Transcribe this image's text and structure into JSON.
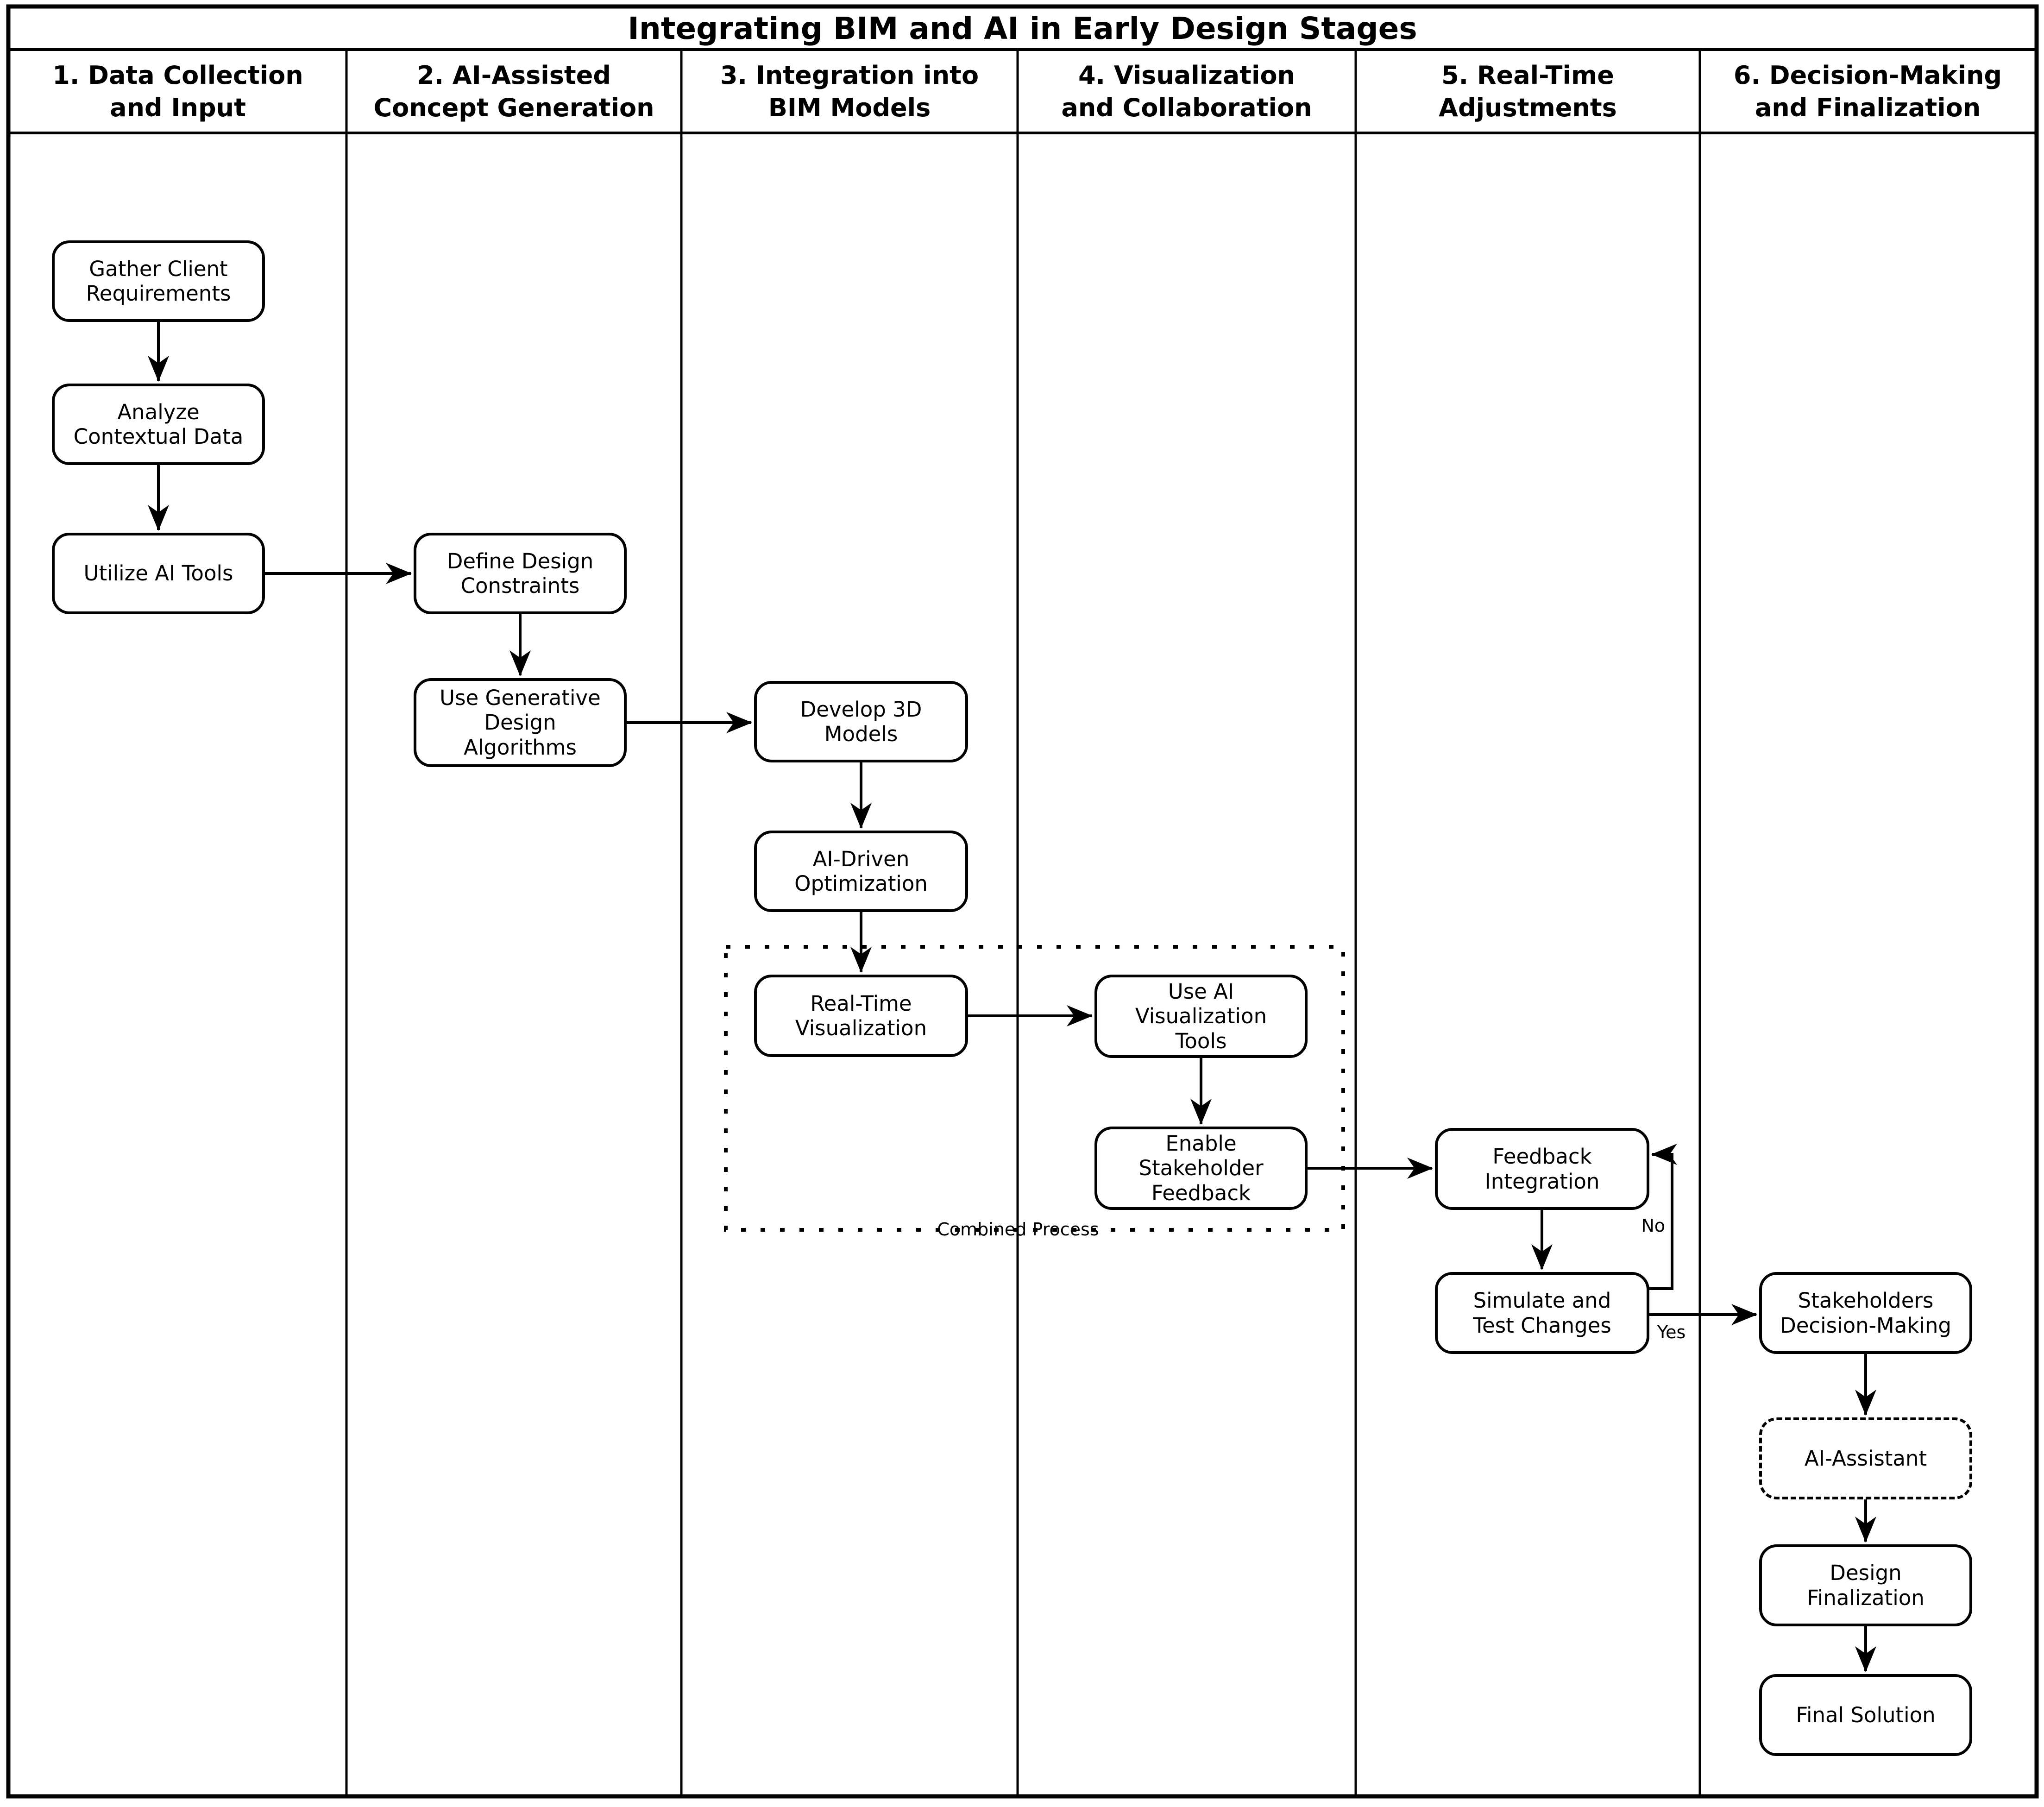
{
  "title": "Integrating BIM and AI in Early Design Stages",
  "lanes": [
    {
      "label": "1. Data Collection\nand Input"
    },
    {
      "label": "2. AI-Assisted\nConcept Generation"
    },
    {
      "label": "3. Integration into\nBIM Models"
    },
    {
      "label": "4. Visualization\nand Collaboration"
    },
    {
      "label": "5. Real-Time\nAdjustments"
    },
    {
      "label": "6. Decision-Making\nand Finalization"
    }
  ],
  "nodes": [
    {
      "id": "gather-client-requirements",
      "label": "Gather Client\nRequirements"
    },
    {
      "id": "analyze-contextual-data",
      "label": "Analyze\nContextual Data"
    },
    {
      "id": "utilize-ai-tools",
      "label": "Utilize AI Tools"
    },
    {
      "id": "define-design-constraints",
      "label": "Define Design\nConstraints"
    },
    {
      "id": "use-generative-design-algorithms",
      "label": "Use Generative\nDesign\nAlgorithms"
    },
    {
      "id": "develop-3d-models",
      "label": "Develop 3D\nModels"
    },
    {
      "id": "ai-driven-optimization",
      "label": "AI-Driven\nOptimization"
    },
    {
      "id": "real-time-visualization",
      "label": "Real-Time\nVisualization"
    },
    {
      "id": "use-ai-visualization-tools",
      "label": "Use AI\nVisualization\nTools"
    },
    {
      "id": "enable-stakeholder-feedback",
      "label": "Enable\nStakeholder\nFeedback"
    },
    {
      "id": "feedback-integration",
      "label": "Feedback\nIntegration"
    },
    {
      "id": "simulate-and-test-changes",
      "label": "Simulate and\nTest Changes"
    },
    {
      "id": "stakeholders-decision-making",
      "label": "Stakeholders\nDecision-Making"
    },
    {
      "id": "ai-assistant",
      "label": "AI-Assistant"
    },
    {
      "id": "design-finalization",
      "label": "Design\nFinalization"
    },
    {
      "id": "final-solution",
      "label": "Final Solution"
    }
  ],
  "annotations": {
    "combined_process": "Combined Process",
    "no": "No",
    "yes": "Yes"
  },
  "colors": {
    "ink": "#000000",
    "background": "#ffffff"
  }
}
